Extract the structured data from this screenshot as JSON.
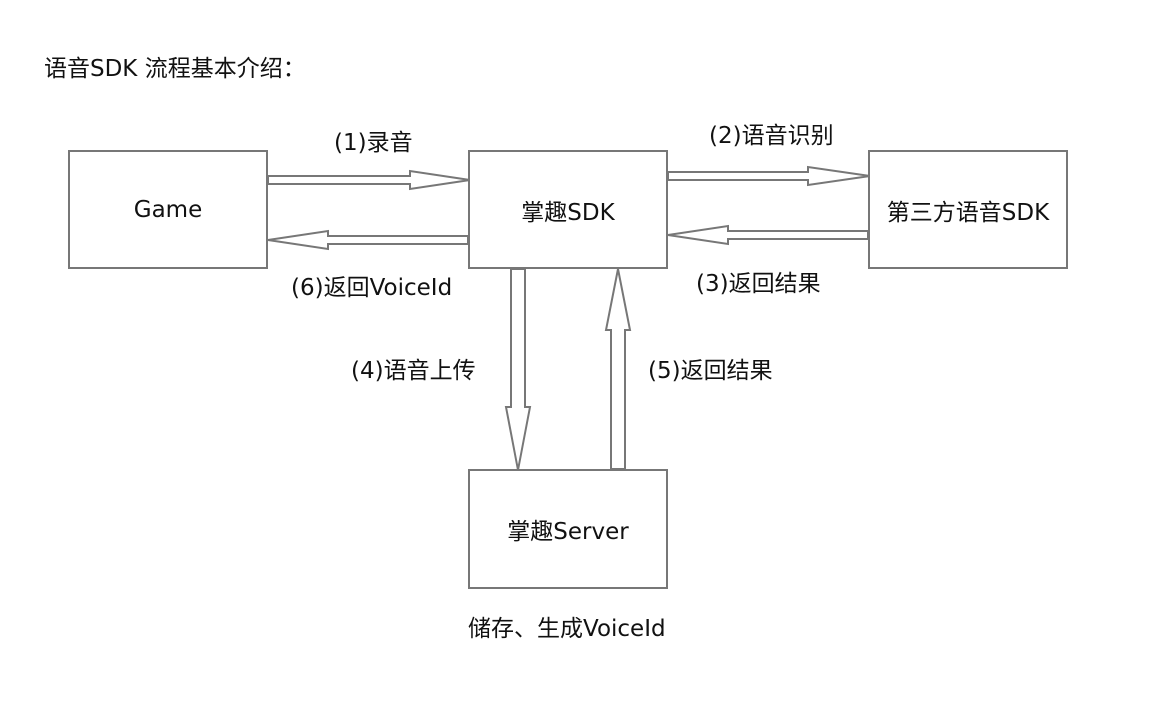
{
  "title": "语音SDK 流程基本介绍：",
  "nodes": {
    "game": "Game",
    "sdk": "掌趣SDK",
    "third_party": "第三方语音SDK",
    "server": "掌趣Server"
  },
  "edges": {
    "record": "(1)录音",
    "recognize": "(2)语音识别",
    "return_result_third": "(3)返回结果",
    "upload": "(4)语音上传",
    "return_result_server": "(5)返回结果",
    "return_voiceid": "(6)返回VoiceId"
  },
  "server_note": "储存、生成VoiceId",
  "colors": {
    "stroke": "#777777",
    "text": "#111111"
  }
}
